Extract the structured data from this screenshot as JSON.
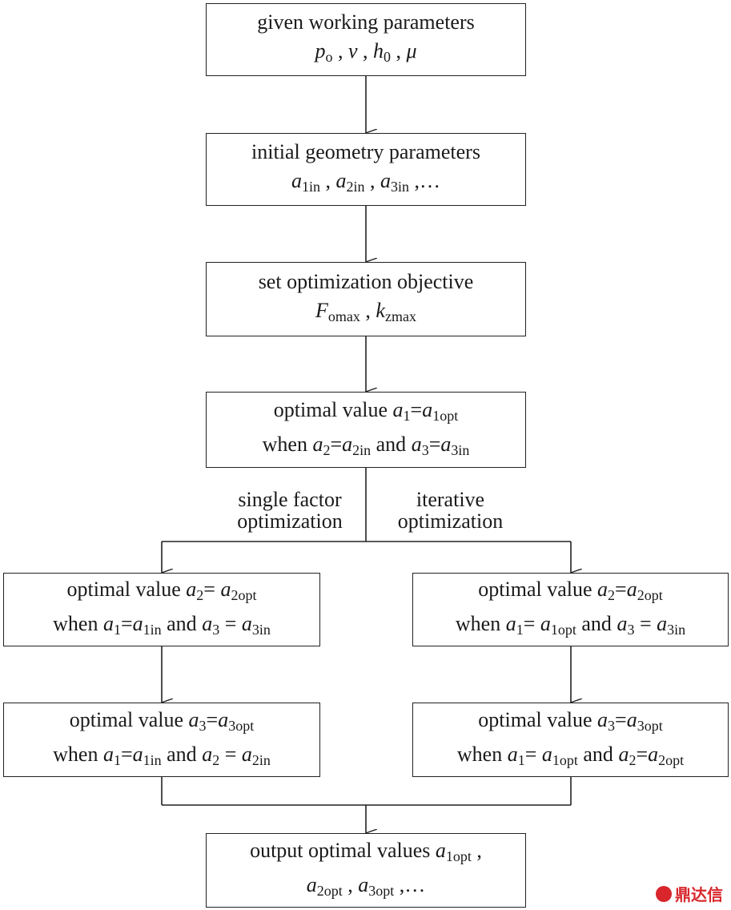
{
  "nodes": {
    "given": {
      "title": "given working parameters",
      "params": [
        {
          "v": "p",
          "s": "o"
        },
        {
          "t": " , "
        },
        {
          "v": "v"
        },
        {
          "t": " , "
        },
        {
          "v": "h",
          "s": "0"
        },
        {
          "t": " , "
        },
        {
          "v": "μ"
        }
      ]
    },
    "initial": {
      "title": "initial geometry parameters",
      "params": [
        {
          "v": "a",
          "s": "1in"
        },
        {
          "t": " , "
        },
        {
          "v": "a",
          "s": "2in"
        },
        {
          "t": " , "
        },
        {
          "v": "a",
          "s": "3in"
        },
        {
          "t": " ,…"
        }
      ]
    },
    "objective": {
      "title": "set optimization objective",
      "params": [
        {
          "v": "F",
          "s": "omax"
        },
        {
          "t": " , "
        },
        {
          "v": "k",
          "s": "zmax"
        }
      ]
    },
    "opt1": {
      "line1": [
        {
          "t": "optimal value  "
        },
        {
          "v": "a",
          "s": "1"
        },
        {
          "t": "="
        },
        {
          "v": "a",
          "s": "1opt"
        }
      ],
      "line2": [
        {
          "t": "when "
        },
        {
          "v": "a",
          "s": "2"
        },
        {
          "t": "="
        },
        {
          "v": "a",
          "s": "2in"
        },
        {
          "t": " and "
        },
        {
          "v": "a",
          "s": "3"
        },
        {
          "t": "="
        },
        {
          "v": "a",
          "s": "3in"
        }
      ]
    },
    "left2": {
      "line1": [
        {
          "t": "optimal value  "
        },
        {
          "v": "a",
          "s": "2"
        },
        {
          "t": "= "
        },
        {
          "v": "a",
          "s": "2opt"
        }
      ],
      "line2": [
        {
          "t": "when "
        },
        {
          "v": "a",
          "s": "1"
        },
        {
          "t": "="
        },
        {
          "v": "a",
          "s": "1in"
        },
        {
          "t": " and "
        },
        {
          "v": "a",
          "s": "3"
        },
        {
          "t": " = "
        },
        {
          "v": "a",
          "s": "3in"
        }
      ]
    },
    "left3": {
      "line1": [
        {
          "t": "optimal value "
        },
        {
          "v": "a",
          "s": "3"
        },
        {
          "t": "="
        },
        {
          "v": "a",
          "s": "3opt"
        }
      ],
      "line2": [
        {
          "t": "when "
        },
        {
          "v": "a",
          "s": "1"
        },
        {
          "t": "="
        },
        {
          "v": "a",
          "s": "1in"
        },
        {
          "t": " and "
        },
        {
          "v": "a",
          "s": "2"
        },
        {
          "t": " = "
        },
        {
          "v": "a",
          "s": "2in"
        }
      ]
    },
    "right2": {
      "line1": [
        {
          "t": "optimal value "
        },
        {
          "v": "a",
          "s": "2"
        },
        {
          "t": "="
        },
        {
          "v": "a",
          "s": "2opt"
        }
      ],
      "line2": [
        {
          "t": "when "
        },
        {
          "v": "a",
          "s": "1"
        },
        {
          "t": "= "
        },
        {
          "v": "a",
          "s": "1opt"
        },
        {
          "t": " and "
        },
        {
          "v": "a",
          "s": "3"
        },
        {
          "t": " = "
        },
        {
          "v": "a",
          "s": "3in"
        }
      ]
    },
    "right3": {
      "line1": [
        {
          "t": "optimal value "
        },
        {
          "v": "a",
          "s": "3"
        },
        {
          "t": "="
        },
        {
          "v": "a",
          "s": "3opt"
        }
      ],
      "line2": [
        {
          "t": "when "
        },
        {
          "v": "a",
          "s": "1"
        },
        {
          "t": "= "
        },
        {
          "v": "a",
          "s": "1opt"
        },
        {
          "t": "  and "
        },
        {
          "v": "a",
          "s": "2"
        },
        {
          "t": "="
        },
        {
          "v": "a",
          "s": "2opt"
        }
      ]
    },
    "output": {
      "line1": [
        {
          "t": "output optimal values "
        },
        {
          "v": "a",
          "s": "1opt"
        },
        {
          "t": " ,"
        }
      ],
      "line2": [
        {
          "v": "a",
          "s": "2opt"
        },
        {
          "t": " , "
        },
        {
          "v": "a",
          "s": "3opt"
        },
        {
          "t": " ,…"
        }
      ]
    }
  },
  "branches": {
    "single": {
      "line1": "single factor",
      "line2": "optimization"
    },
    "iterative": {
      "line1": "iterative",
      "line2": "optimization"
    }
  },
  "watermark": {
    "text": "鼎达信"
  },
  "colors": {
    "stroke": "#222222",
    "watermark": "#d8262c"
  }
}
